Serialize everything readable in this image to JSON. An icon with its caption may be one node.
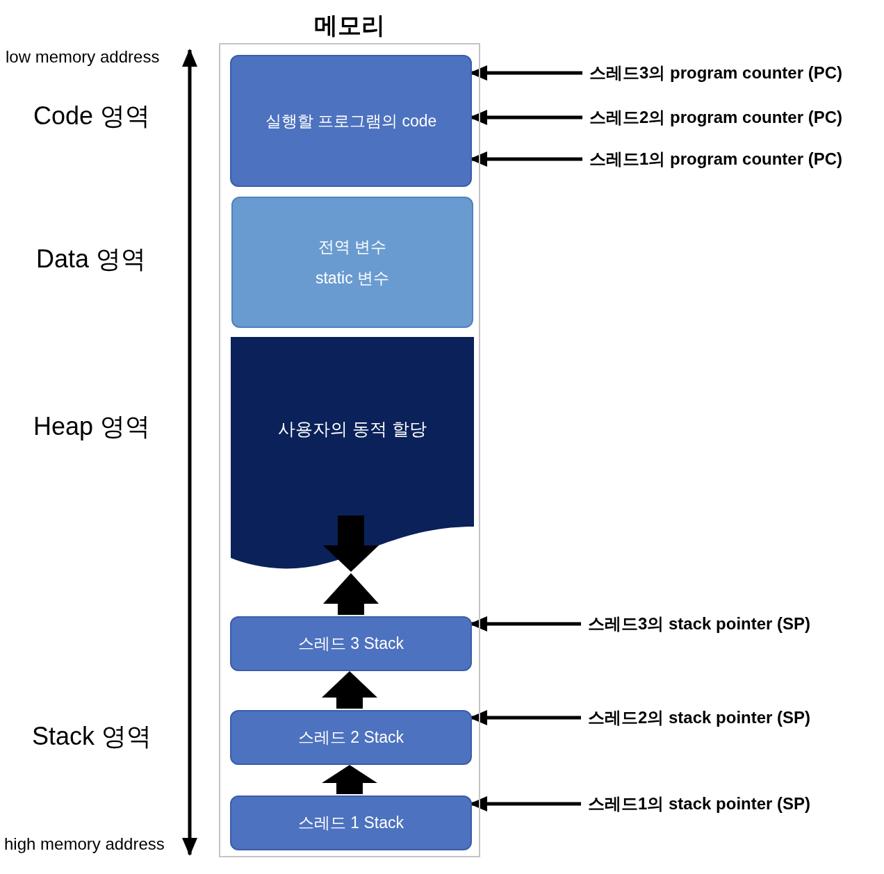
{
  "diagram": {
    "nodes": [
      {
        "text": [
          "메모리"
        ]
      },
      {
        "text": [
          "실행할 프로그램의 code"
        ],
        "in": 0
      },
      {
        "text": [
          "전역 변수",
          "static 변수"
        ],
        "in": 0
      },
      {
        "text": [
          "사용자의 동적 할당"
        ],
        "in": 0
      },
      {
        "text": [
          "스레드 3 Stack"
        ],
        "in": 0
      },
      {
        "text": [
          "스레드 2 Stack"
        ],
        "in": 0
      },
      {
        "text": [
          "스레드 1 Stack"
        ],
        "in": 0
      },
      {
        "text": [
          "스레드3의 program counter (PC)"
        ]
      },
      {
        "text": [
          "스레드2의 program counter (PC)"
        ]
      },
      {
        "text": [
          "스레드1의 program counter (PC)"
        ]
      },
      {
        "text": [
          "스레드3의 stack pointer (SP)"
        ]
      },
      {
        "text": [
          "스레드2의 stack pointer (SP)"
        ]
      },
      {
        "text": [
          "스레드1의 stack pointer (SP)"
        ]
      }
    ],
    "edges": [
      {
        "from": 7,
        "to": 1,
        "arrow": "to"
      },
      {
        "from": 8,
        "to": 1,
        "arrow": "to"
      },
      {
        "from": 9,
        "to": 1,
        "arrow": "to"
      },
      {
        "from": 10,
        "to": 4,
        "arrow": "to"
      },
      {
        "from": 11,
        "to": 5,
        "arrow": "to"
      },
      {
        "from": 12,
        "to": 6,
        "arrow": "to"
      },
      {
        "from": 4,
        "to": 3,
        "arrow": "to",
        "style": "thick"
      },
      {
        "from": 5,
        "to": 4,
        "arrow": "to",
        "style": "thick"
      },
      {
        "from": 6,
        "to": 5,
        "arrow": "to",
        "style": "thick"
      }
    ],
    "labels": [
      "low memory address",
      "Code 영역",
      "Data 영역",
      "Heap 영역",
      "Stack 영역",
      "high memory address"
    ]
  }
}
